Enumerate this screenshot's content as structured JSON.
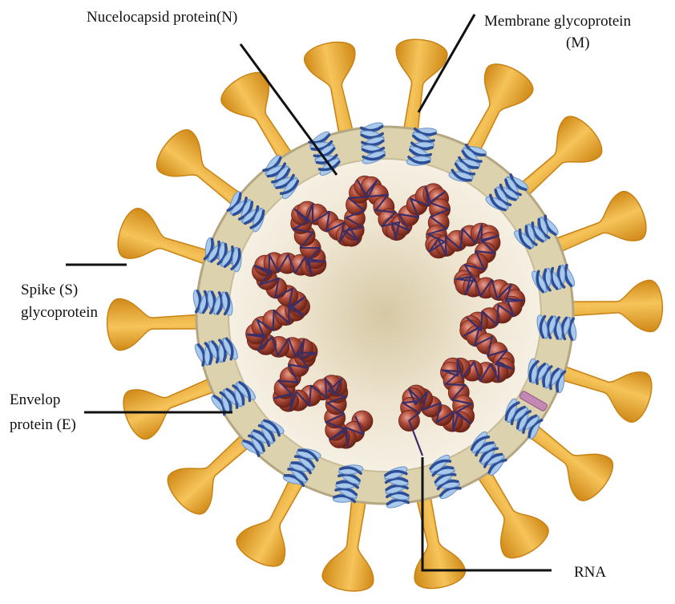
{
  "labels": {
    "nucleocapsid": "Nucelocapsid protein(N)",
    "membrane_line1": "Membrane glycoprotein",
    "membrane_line2": "(M)",
    "spike_line1": "Spike (S)",
    "spike_line2": "glycoprotein",
    "envelope_line1": "Envelop",
    "envelope_line2": "protein (E)",
    "rna": "RNA"
  },
  "colors": {
    "spike_fill": "#F0B43C",
    "spike_edge": "#C88214",
    "membrane_ring": "#DCD2AE",
    "membrane_edge": "#B4A680",
    "interior": "#F2E9D8",
    "interior_center": "#D9CCAA",
    "nucleocapsid_bead": "#B0503E",
    "nucleocapsid_edge": "#6E2418",
    "rna_strand": "#3A2E66",
    "membrane_protein_dark": "#2C4E96",
    "membrane_protein_light": "#A8C8EC",
    "envelope_protein": "#C488B4",
    "leader_line": "#111111"
  },
  "icons": {
    "spike": "spike-glycoprotein-icon",
    "membrane_protein": "membrane-glycoprotein-icon",
    "envelope_protein": "envelope-protein-icon"
  }
}
